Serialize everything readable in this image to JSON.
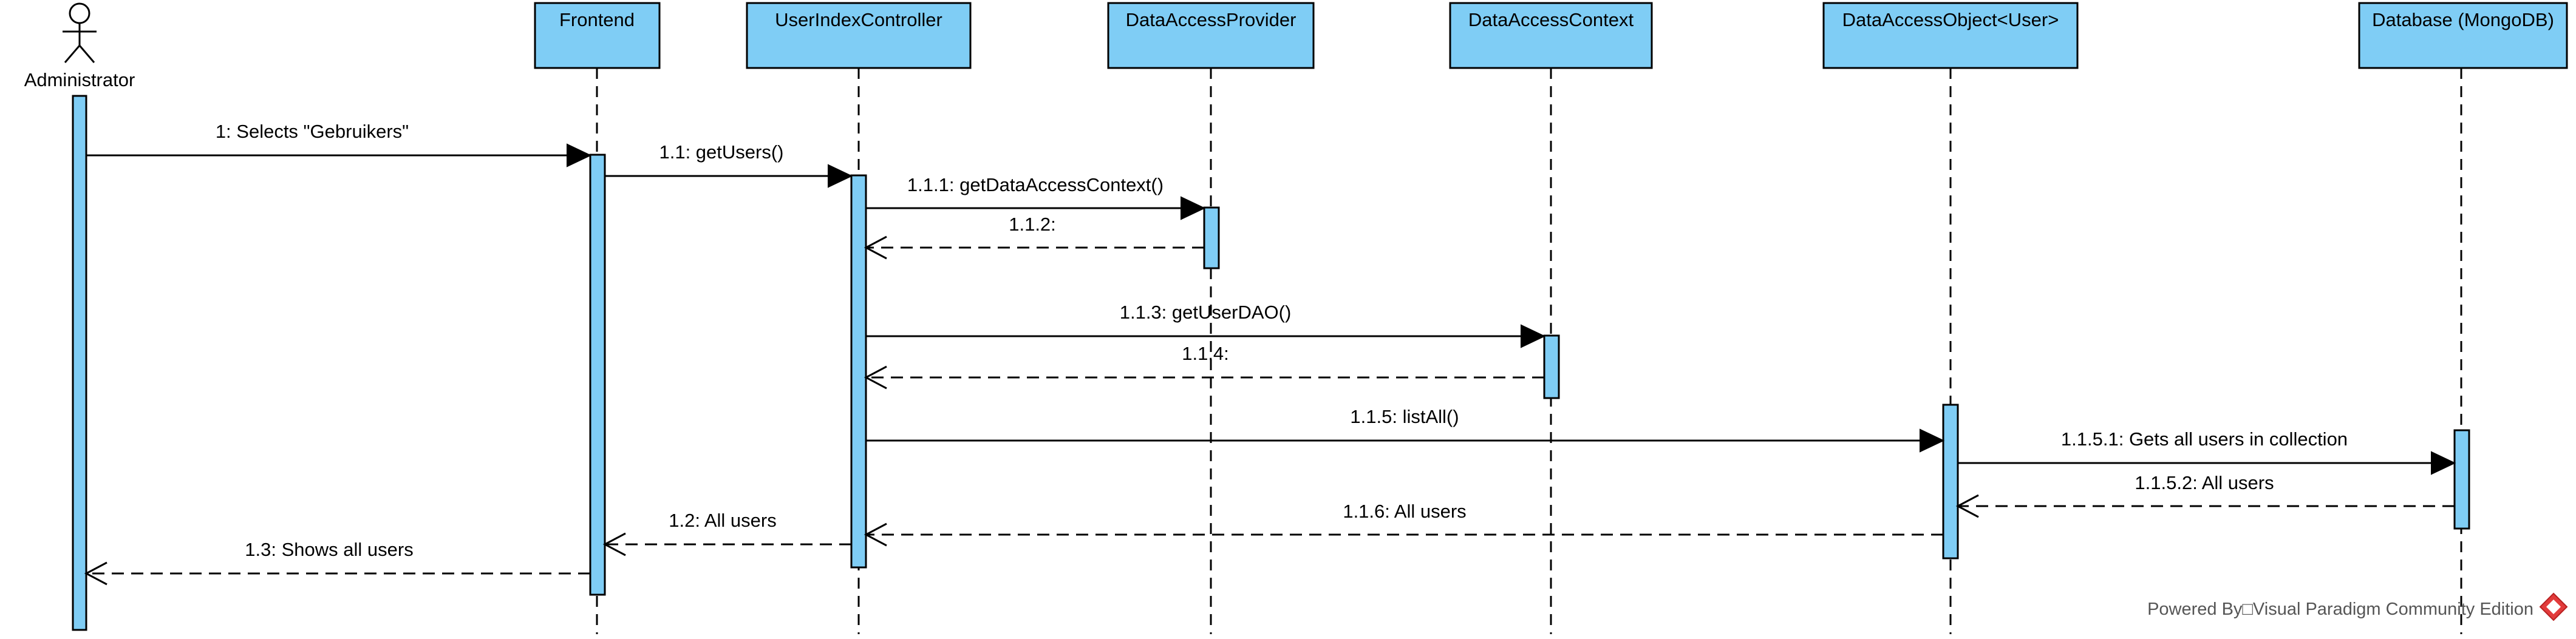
{
  "diagram": {
    "actor": {
      "label": "Administrator"
    },
    "participants": [
      {
        "label": "Frontend"
      },
      {
        "label": "UserIndexController"
      },
      {
        "label": "DataAccessProvider"
      },
      {
        "label": "DataAccessContext"
      },
      {
        "label": "DataAccessObject<User>"
      },
      {
        "label": "Database (MongoDB)"
      }
    ],
    "messages": [
      {
        "label": "1: Selects \"Gebruikers\""
      },
      {
        "label": "1.1: getUsers()"
      },
      {
        "label": "1.1.1: getDataAccessContext()"
      },
      {
        "label": "1.1.2:"
      },
      {
        "label": "1.1.3: getUserDAO()"
      },
      {
        "label": "1.1.4:"
      },
      {
        "label": "1.1.5: listAll()"
      },
      {
        "label": "1.1.5.1: Gets all users in collection"
      },
      {
        "label": "1.1.5.2: All users"
      },
      {
        "label": "1.1.6: All users"
      },
      {
        "label": "1.2: All users"
      },
      {
        "label": "1.3: Shows all users"
      }
    ],
    "footer": "Powered By□Visual Paradigm Community Edition",
    "colors": {
      "fill": "#7fcdf5",
      "stroke": "#000000",
      "footer_logo": "#e23b3b"
    }
  }
}
